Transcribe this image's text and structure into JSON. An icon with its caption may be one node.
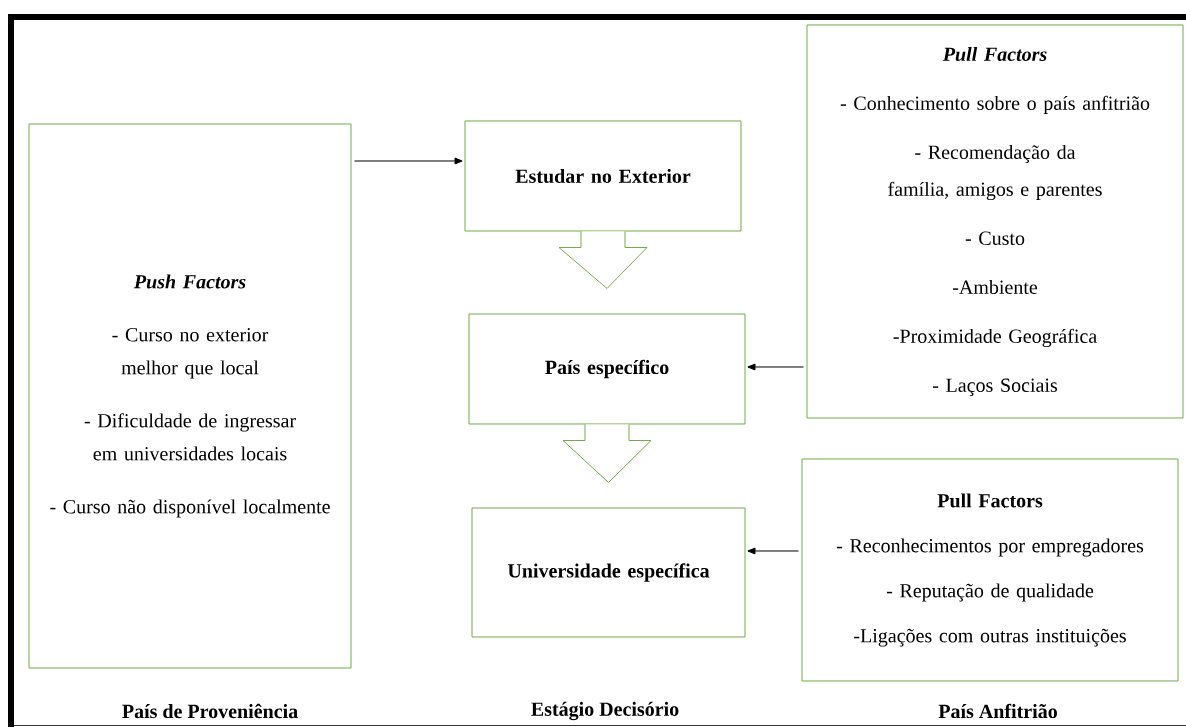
{
  "diagram": {
    "nodes": [
      {
        "text": [
          "Push Factors",
          "- Curso no exterior melhor que local",
          "- Dificuldade de ingressar em universidades locais",
          "- Curso não disponível localmente"
        ]
      },
      {
        "text": [
          "Estudar no Exterior"
        ]
      },
      {
        "text": [
          "País específico"
        ]
      },
      {
        "text": [
          "Universidade específica"
        ]
      },
      {
        "text": [
          "Pull Factors",
          "- Conhecimento sobre o país anfitrião",
          "- Recomendação da família, amigos e parentes",
          "- Custo",
          "-Ambiente",
          "-Proximidade Geográfica",
          "- Laços Sociais"
        ]
      },
      {
        "text": [
          "Pull Factors",
          "- Reconhecimentos por empregadores",
          "- Reputação de qualidade",
          "-Ligações com outras instituições"
        ]
      }
    ],
    "edges": [
      {
        "from": 0,
        "to": 1,
        "arrow": "to"
      },
      {
        "from": 1,
        "to": 2,
        "arrow": "to",
        "color": "#70ad47",
        "style": "thick"
      },
      {
        "from": 2,
        "to": 3,
        "arrow": "to",
        "color": "#70ad47",
        "style": "thick"
      },
      {
        "from": 4,
        "to": 2,
        "arrow": "to"
      },
      {
        "from": 5,
        "to": 3,
        "arrow": "to"
      }
    ],
    "labels": [
      "País de Proveniência",
      "Estágio Decisório",
      "País Anfitrião"
    ]
  }
}
